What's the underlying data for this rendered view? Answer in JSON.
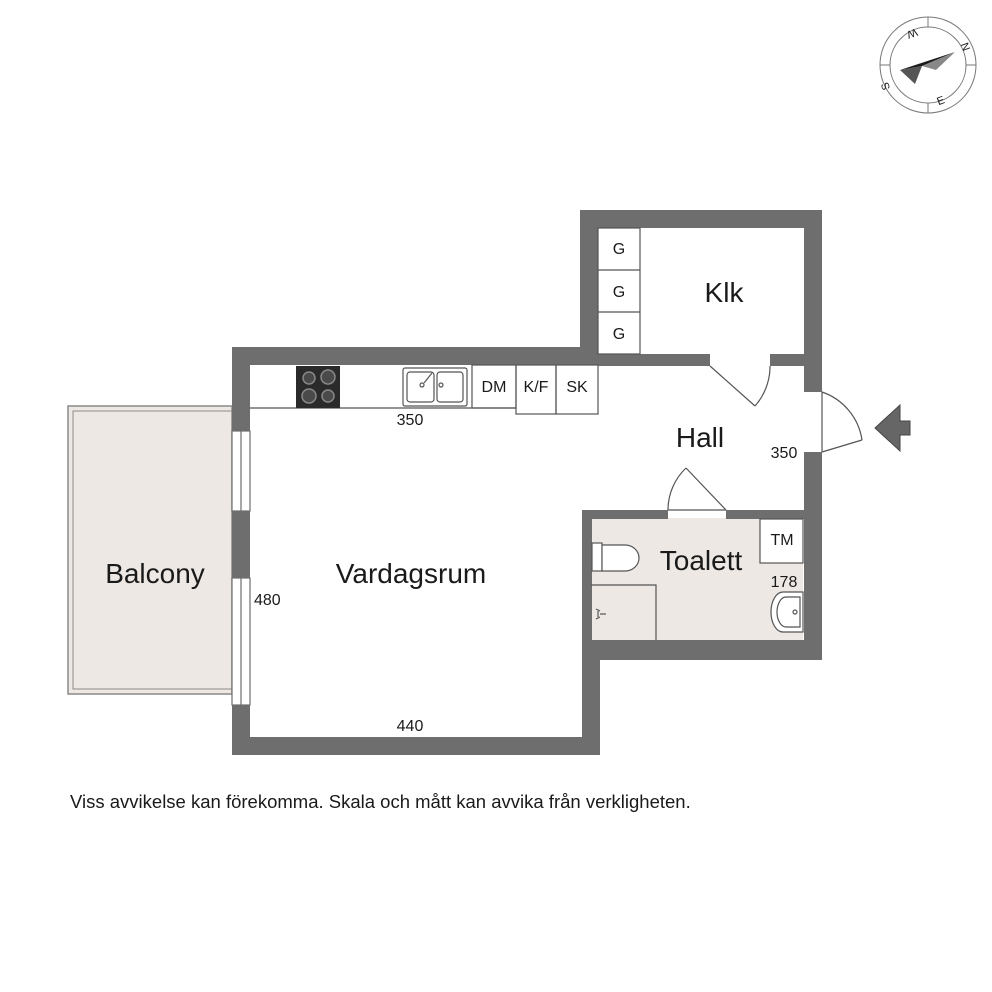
{
  "colors": {
    "wall": "#6e6e6e",
    "balcony_fill": "#ede8e4",
    "toilet_fill": "#ede8e4",
    "line": "#555555",
    "text": "#1a1a1a"
  },
  "rooms": {
    "klk": "Klk",
    "hall": "Hall",
    "balcony": "Balcony",
    "vardagsrum": "Vardagsrum",
    "toalett": "Toalett"
  },
  "dimensions": {
    "kitchen_width": "350",
    "hall_width": "350",
    "living_height": "480",
    "living_width": "440",
    "toilet_width": "178"
  },
  "fixtures": {
    "wardrobe_1": "G",
    "wardrobe_2": "G",
    "wardrobe_3": "G",
    "dishwasher": "DM",
    "fridge_freezer": "K/F",
    "cabinet": "SK",
    "washer": "TM"
  },
  "compass": {
    "north": "N",
    "east": "E",
    "south": "S",
    "west": "W"
  },
  "icons": {
    "entrance": "entrance-arrow-icon",
    "compass": "compass-rose-icon",
    "stove": "stove-icon",
    "sink": "kitchen-sink-icon",
    "toilet": "toilet-icon",
    "washbasin": "washbasin-icon",
    "shower": "shower-icon"
  },
  "disclaimer": "Viss avvikelse kan förekomma. Skala och mått kan avvika från verkligheten."
}
